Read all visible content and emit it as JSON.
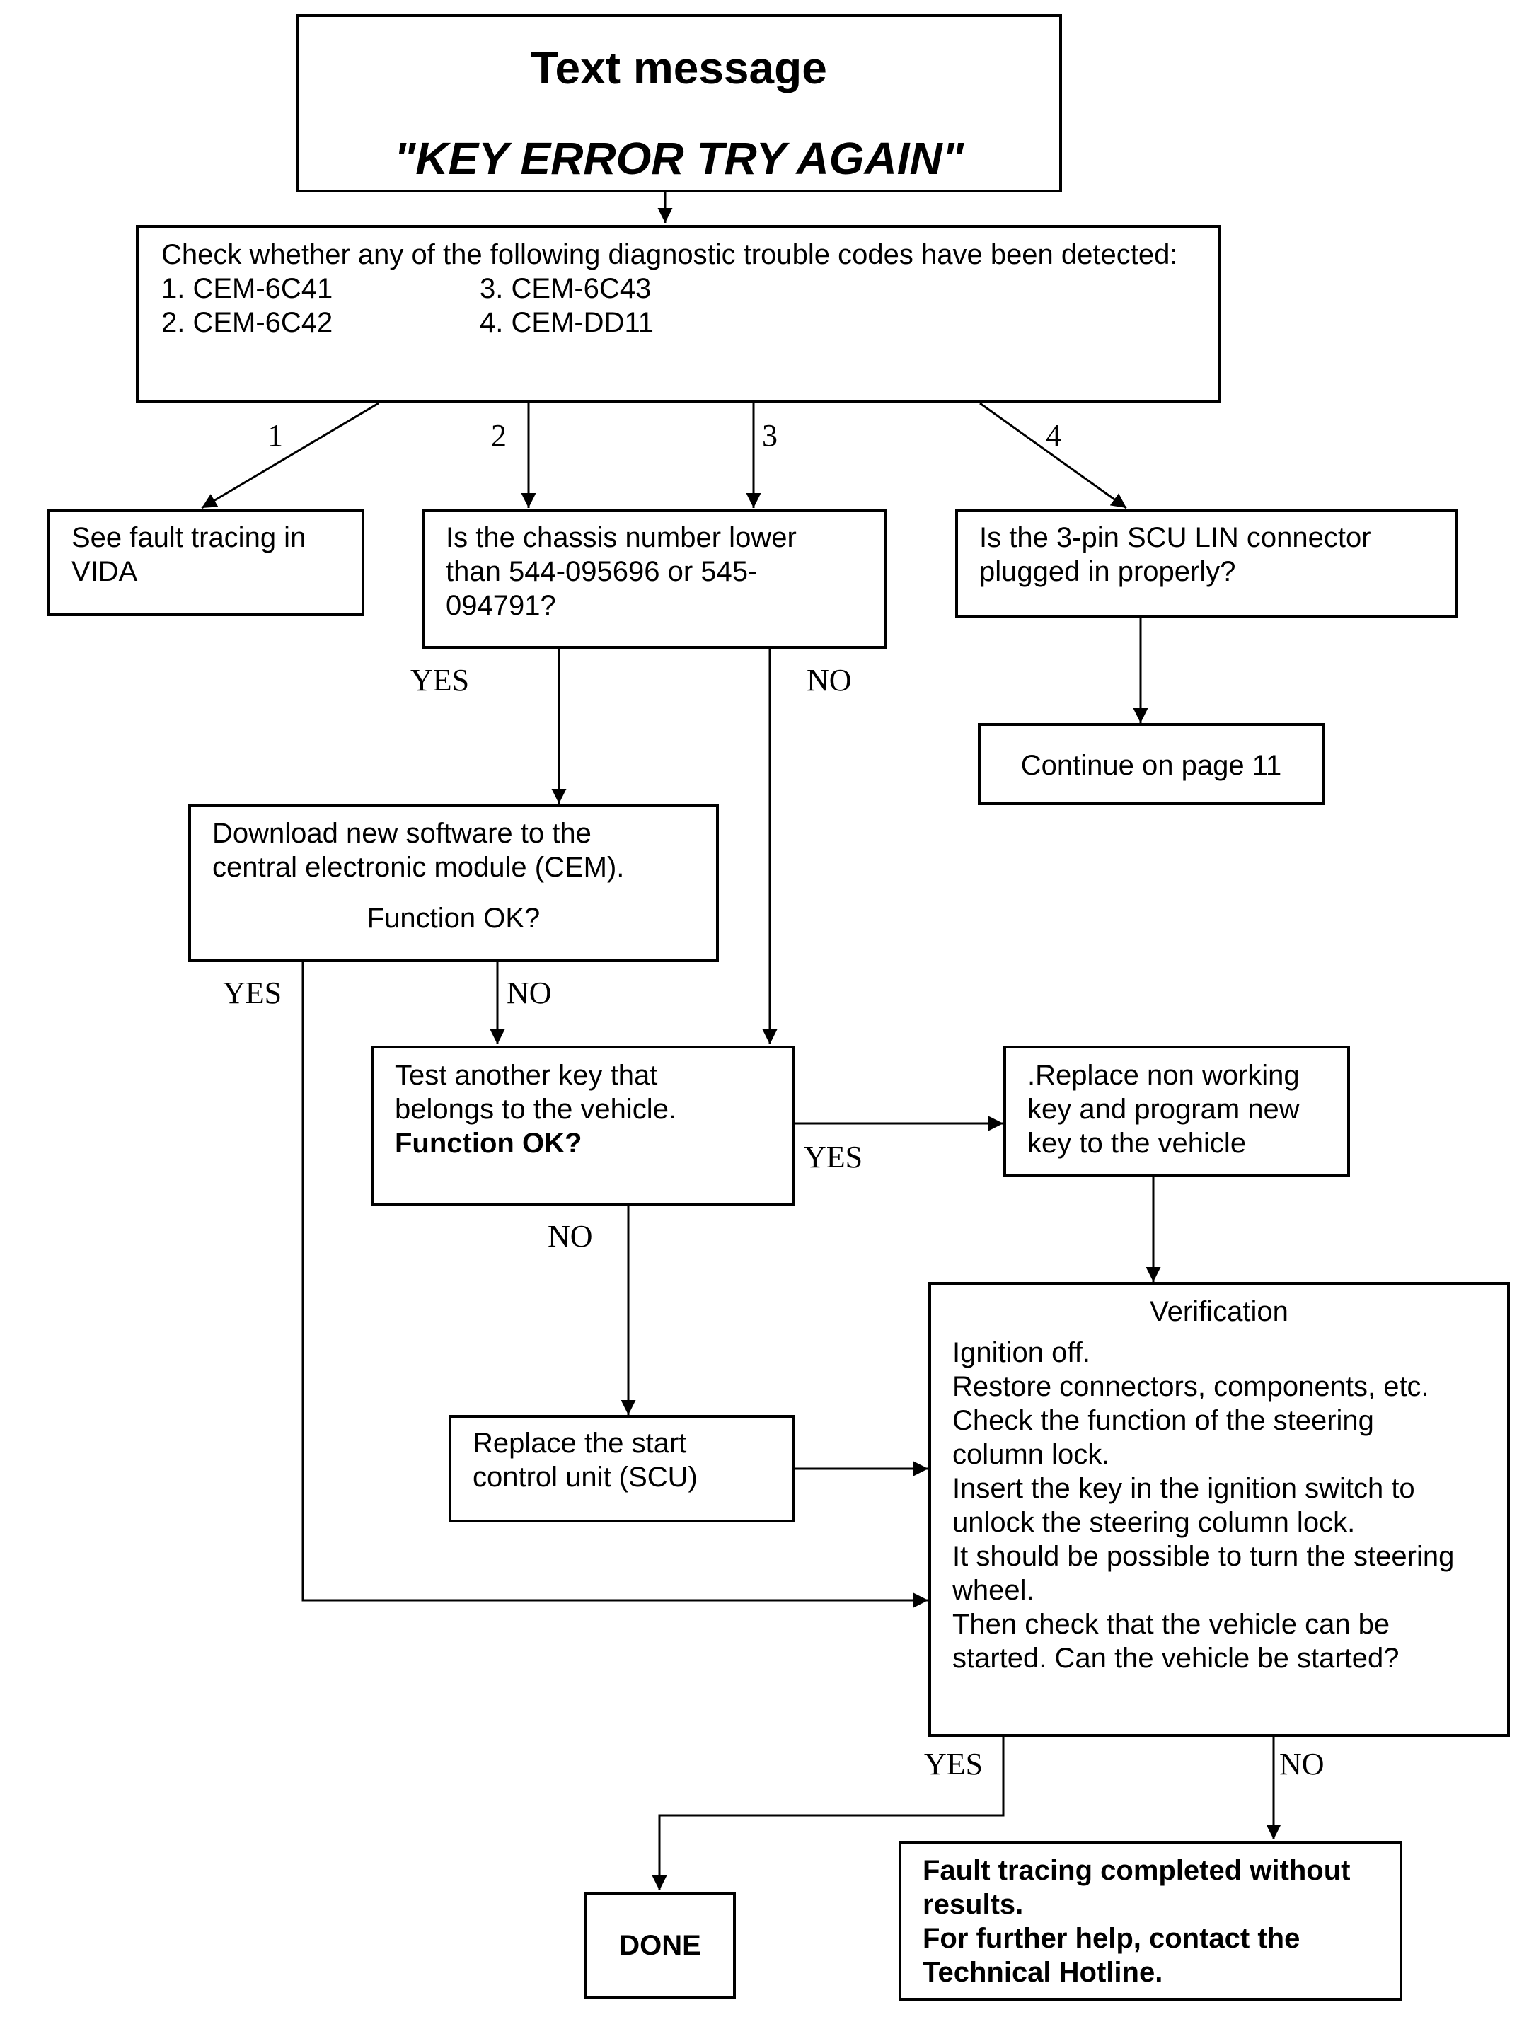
{
  "title": {
    "heading": "Text message",
    "message": "\"KEY ERROR TRY AGAIN\""
  },
  "check_codes": {
    "intro": "Check whether any of the following diagnostic trouble codes have been detected:",
    "codes": [
      "1. CEM-6C41",
      "2. CEM-6C42",
      "3. CEM-6C43",
      "4. CEM-DD11"
    ]
  },
  "branch_numbers": [
    "1",
    "2",
    "3",
    "4"
  ],
  "boxes": {
    "see_vida": "See fault tracing in\nVIDA",
    "chassis_question": "Is the chassis number lower\nthan 544-095696 or 545-\n094791?",
    "scu_lin_question": "Is the 3-pin SCU LIN connector\nplugged in properly?",
    "continue_page": "Continue on page 11",
    "download_software": "Download new software to the\ncentral electronic module (CEM).",
    "download_function_ok": "Function OK?",
    "test_another_key": "Test another key that\nbelongs to the vehicle.",
    "test_function_ok": "Function OK?",
    "replace_key": ".Replace non working\nkey and program new\nkey to the vehicle",
    "replace_scu": "Replace the start\ncontrol unit (SCU)",
    "verification_title": "Verification",
    "verification_body": "Ignition off.\nRestore connectors, components, etc.\nCheck the function of the steering\ncolumn lock.\nInsert the key in the ignition switch to\nunlock the steering column lock.\nIt should be possible to turn the steering\nwheel.\nThen check that the vehicle can be\nstarted. Can the vehicle be started?",
    "done": "DONE",
    "fault_completed": "Fault tracing completed without\nresults.\nFor further help, contact the\nTechnical Hotline."
  },
  "labels": {
    "yes": "YES",
    "no": "NO"
  }
}
